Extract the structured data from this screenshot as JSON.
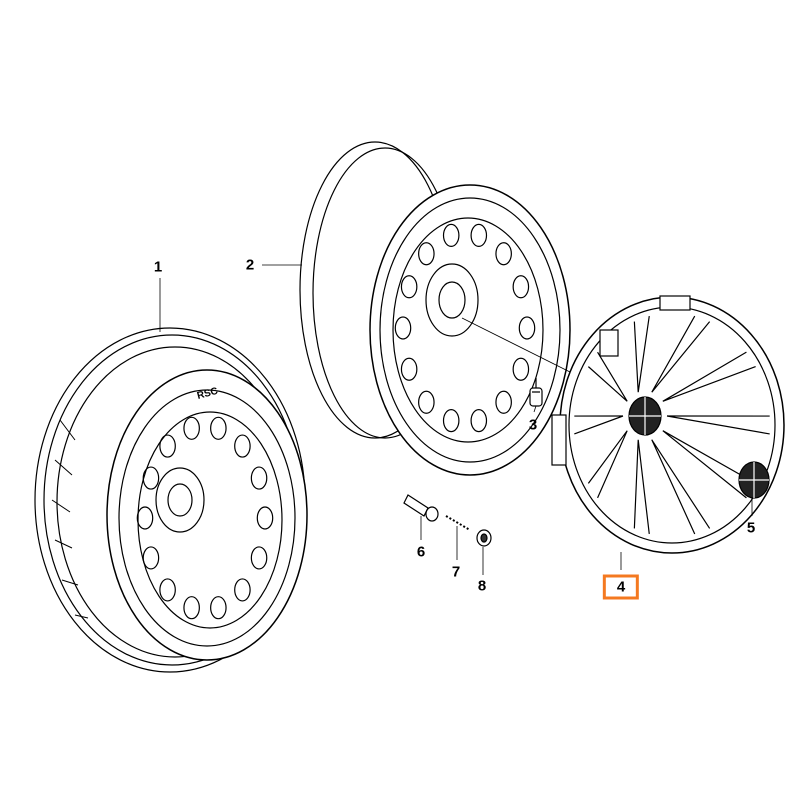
{
  "diagram": {
    "tire_marking": "RSC",
    "highlight_color": "#f47920",
    "highlighted_part": "4",
    "callouts": [
      {
        "id": "1",
        "part": "tire"
      },
      {
        "id": "2",
        "part": "steel-rim"
      },
      {
        "id": "3",
        "part": "wheel-bolt"
      },
      {
        "id": "4",
        "part": "wheel-cover"
      },
      {
        "id": "5",
        "part": "emblem"
      },
      {
        "id": "6",
        "part": "valve"
      },
      {
        "id": "7",
        "part": "valve-insert"
      },
      {
        "id": "8",
        "part": "valve-cap"
      }
    ]
  }
}
